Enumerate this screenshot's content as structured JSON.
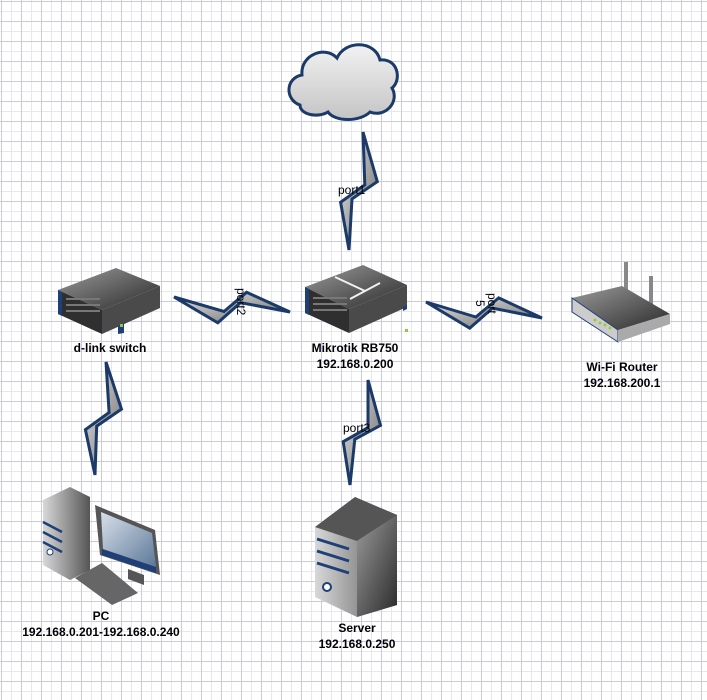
{
  "nodes": {
    "cloud": {
      "label": ""
    },
    "switch": {
      "name": "d-link switch"
    },
    "router": {
      "name": "Mikrotik RB750",
      "ip": "192.168.0.200"
    },
    "wifi": {
      "name": "Wi-Fi Router",
      "ip": "192.168.200.1"
    },
    "pc": {
      "name": "PC",
      "ip": "192.168.0.201-192.168.0.240"
    },
    "server": {
      "name": "Server",
      "ip": "192.168.0.250"
    }
  },
  "links": {
    "port1": "port1",
    "port2": "port2",
    "port5_a": "port",
    "port5_b": "5",
    "port3": "port3"
  },
  "colors": {
    "link_stroke": "#1b3a68",
    "device_accent": "#1f3f78",
    "grid": "#c8c8f4"
  }
}
